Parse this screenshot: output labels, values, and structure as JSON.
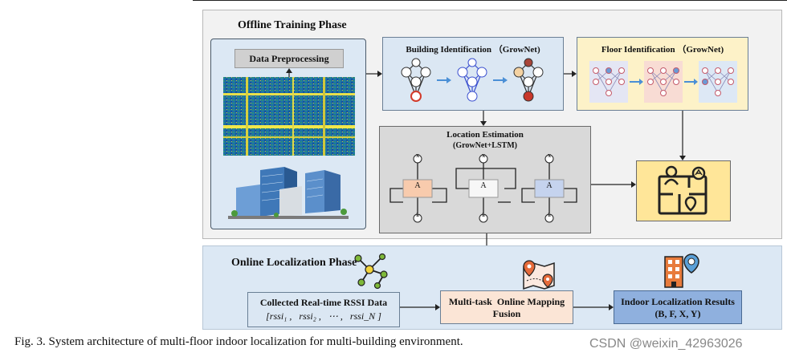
{
  "offline": {
    "title": "Offline Training Phase",
    "preprocessing": "Data Preprocessing",
    "building_id": "Building Identification （GrowNet)",
    "floor_id": "Floor Identification （GrowNet)",
    "loc_est_line1": "Location  Estimation",
    "loc_est_line2": "(GrowNet+LSTM)",
    "cells": [
      "A",
      "A",
      "A"
    ],
    "x_label": "X",
    "h_label": "h"
  },
  "online": {
    "title": "Online Localization Phase",
    "rssi_title": "Collected Real-time RSSI Data",
    "rssi_vector": "[rssi₁ ,   rssi₂ ,   ⋯ ,   rssi_N ]",
    "fusion_line1": "Multi-task  Online Mapping",
    "fusion_line2": "Fusion",
    "results_line1": "Indoor Localization Results",
    "results_line2": "(B, F, X, Y)"
  },
  "caption": "Fig. 3. System architecture of multi-floor indoor localization for multi-building environment.",
  "watermark": "CSDN @weixin_42963026",
  "colors": {
    "offline_bg": "#f2f2f2",
    "online_bg": "#dce8f4",
    "building_box": "#dbe7f3",
    "floor_box": "#fdf2c8",
    "loc_box": "#d9d9d9",
    "result_box": "#ffe699",
    "fusion_box": "#fbe5d6",
    "rssi_box": "#dbe7f3",
    "cell_orange": "#f8cbad",
    "cell_white": "#f7f7f7",
    "cell_blue": "#c5d3ee"
  },
  "icons": [
    "heatmap-image",
    "buildings-image",
    "neural-network-icon",
    "floor-plan-icon",
    "map-pin-icon",
    "network-graph-icon",
    "building-location-icon"
  ]
}
